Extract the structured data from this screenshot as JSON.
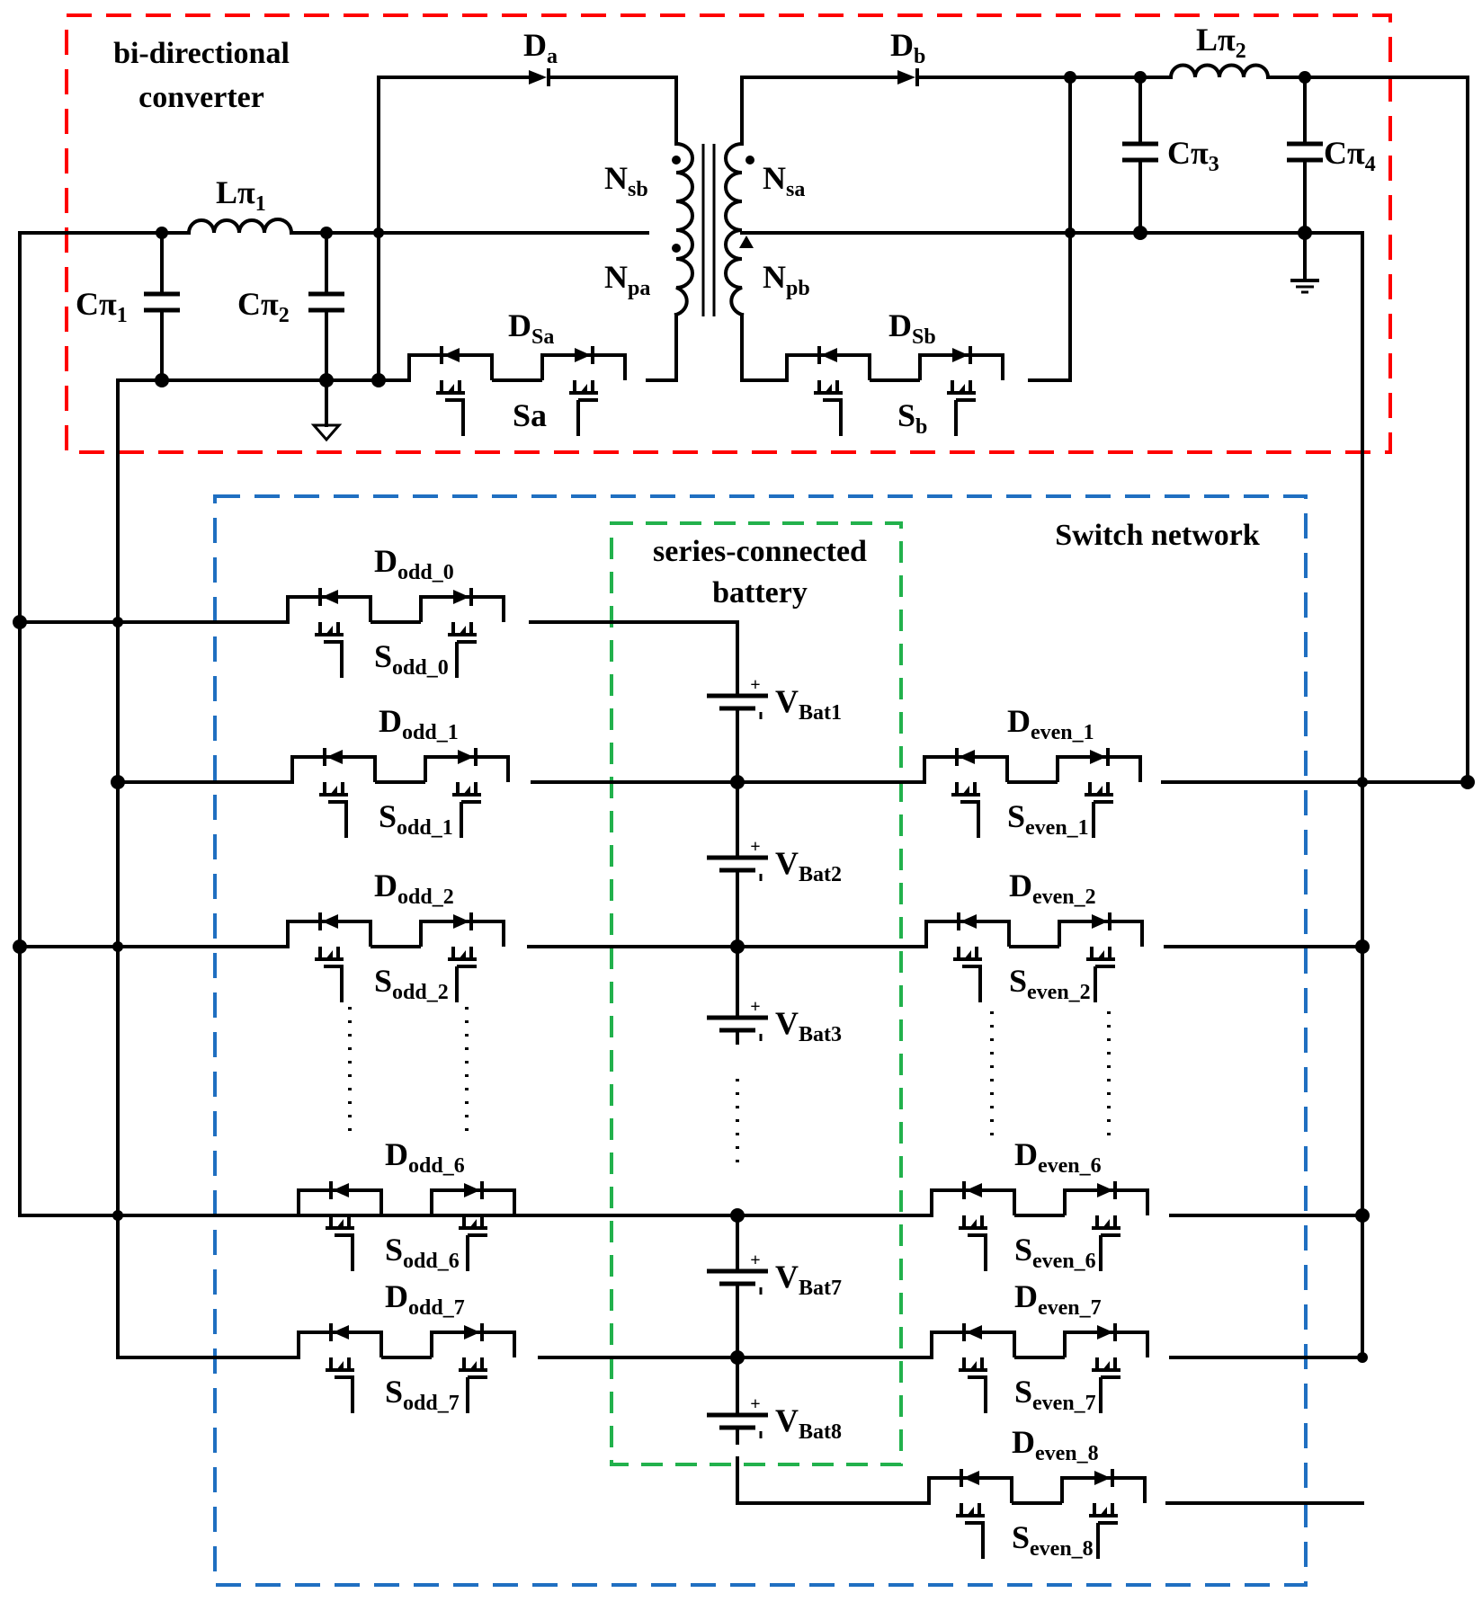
{
  "regions": {
    "converter": {
      "title_line1": "bi-directional",
      "title_line2": "converter",
      "border_color": "#ff0000"
    },
    "battery": {
      "title_line1": "series-connected",
      "title_line2": "battery",
      "border_color": "#22b14c"
    },
    "switch_network": {
      "title": "Switch network",
      "border_color": "#1f6fc1"
    }
  },
  "converter_labels": {
    "da": {
      "main": "D",
      "sub": "a"
    },
    "db": {
      "main": "D",
      "sub": "b"
    },
    "lpi1": {
      "main": "Lπ",
      "sub": "1"
    },
    "lpi2": {
      "main": "Lπ",
      "sub": "2"
    },
    "cpi1": {
      "main": "Cπ",
      "sub": "1"
    },
    "cpi2": {
      "main": "Cπ",
      "sub": "2"
    },
    "cpi3": {
      "main": "Cπ",
      "sub": "3"
    },
    "cpi4": {
      "main": "Cπ",
      "sub": "4"
    },
    "nsb": {
      "main": "N",
      "sub": "sb"
    },
    "nsa": {
      "main": "N",
      "sub": "sa"
    },
    "npa": {
      "main": "N",
      "sub": "pa"
    },
    "npb": {
      "main": "N",
      "sub": "pb"
    },
    "dsa": {
      "main": "D",
      "sub": "Sa"
    },
    "dsb": {
      "main": "D",
      "sub": "Sb"
    },
    "sa": {
      "main": "Sa",
      "sub": ""
    },
    "sb": {
      "main": "S",
      "sub": "b"
    }
  },
  "odd_switches": [
    {
      "d_main": "D",
      "d_sub": "odd_0",
      "s_main": "S",
      "s_sub": "odd_0"
    },
    {
      "d_main": "D",
      "d_sub": "odd_1",
      "s_main": "S",
      "s_sub": "odd_1"
    },
    {
      "d_main": "D",
      "d_sub": "odd_2",
      "s_main": "S",
      "s_sub": "odd_2"
    },
    {
      "d_main": "D",
      "d_sub": "odd_6",
      "s_main": "S",
      "s_sub": "odd_6"
    },
    {
      "d_main": "D",
      "d_sub": "odd_7",
      "s_main": "S",
      "s_sub": "odd_7"
    }
  ],
  "even_switches": [
    {
      "d_main": "D",
      "d_sub": "even_1",
      "s_main": "S",
      "s_sub": "even_1"
    },
    {
      "d_main": "D",
      "d_sub": "even_2",
      "s_main": "S",
      "s_sub": "even_2"
    },
    {
      "d_main": "D",
      "d_sub": "even_6",
      "s_main": "S",
      "s_sub": "even_6"
    },
    {
      "d_main": "D",
      "d_sub": "even_7",
      "s_main": "S",
      "s_sub": "even_7"
    },
    {
      "d_main": "D",
      "d_sub": "even_8",
      "s_main": "S",
      "s_sub": "even_8"
    }
  ],
  "batteries": [
    {
      "main": "V",
      "sub": "Bat1"
    },
    {
      "main": "V",
      "sub": "Bat2"
    },
    {
      "main": "V",
      "sub": "Bat3"
    },
    {
      "main": "V",
      "sub": "Bat7"
    },
    {
      "main": "V",
      "sub": "Bat8"
    }
  ]
}
